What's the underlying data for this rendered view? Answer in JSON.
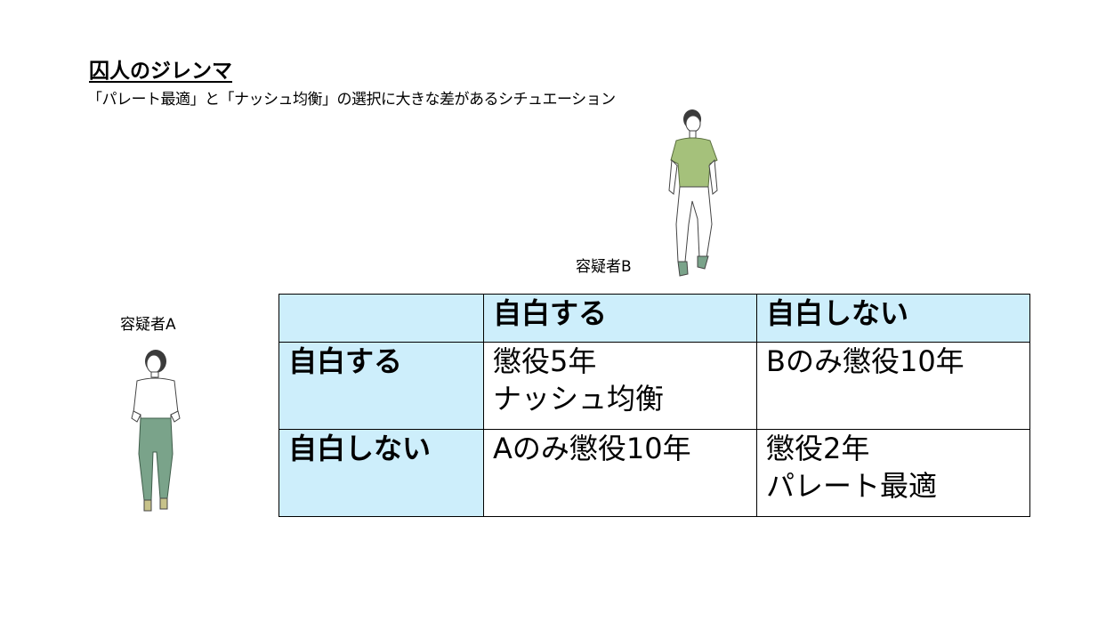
{
  "title": "囚人のジレンマ",
  "subtitle": "「パレート最適」と「ナッシュ均衡」の選択に大きな差があるシチュエーション",
  "person_b": {
    "label": "容疑者B"
  },
  "person_a": {
    "label": "容疑者A"
  },
  "matrix": {
    "corner": "",
    "col_headers": [
      "自白する",
      "自白しない"
    ],
    "row_headers": [
      "自白する",
      "自白しない"
    ],
    "cells": [
      [
        [
          "懲役5年",
          "ナッシュ均衡"
        ],
        [
          "Bのみ懲役10年"
        ]
      ],
      [
        [
          "Aのみ懲役10年"
        ],
        [
          "懲役2年",
          "パレート最適"
        ]
      ]
    ]
  },
  "colors": {
    "header_fill": "#cdeefb",
    "border": "#000000"
  }
}
